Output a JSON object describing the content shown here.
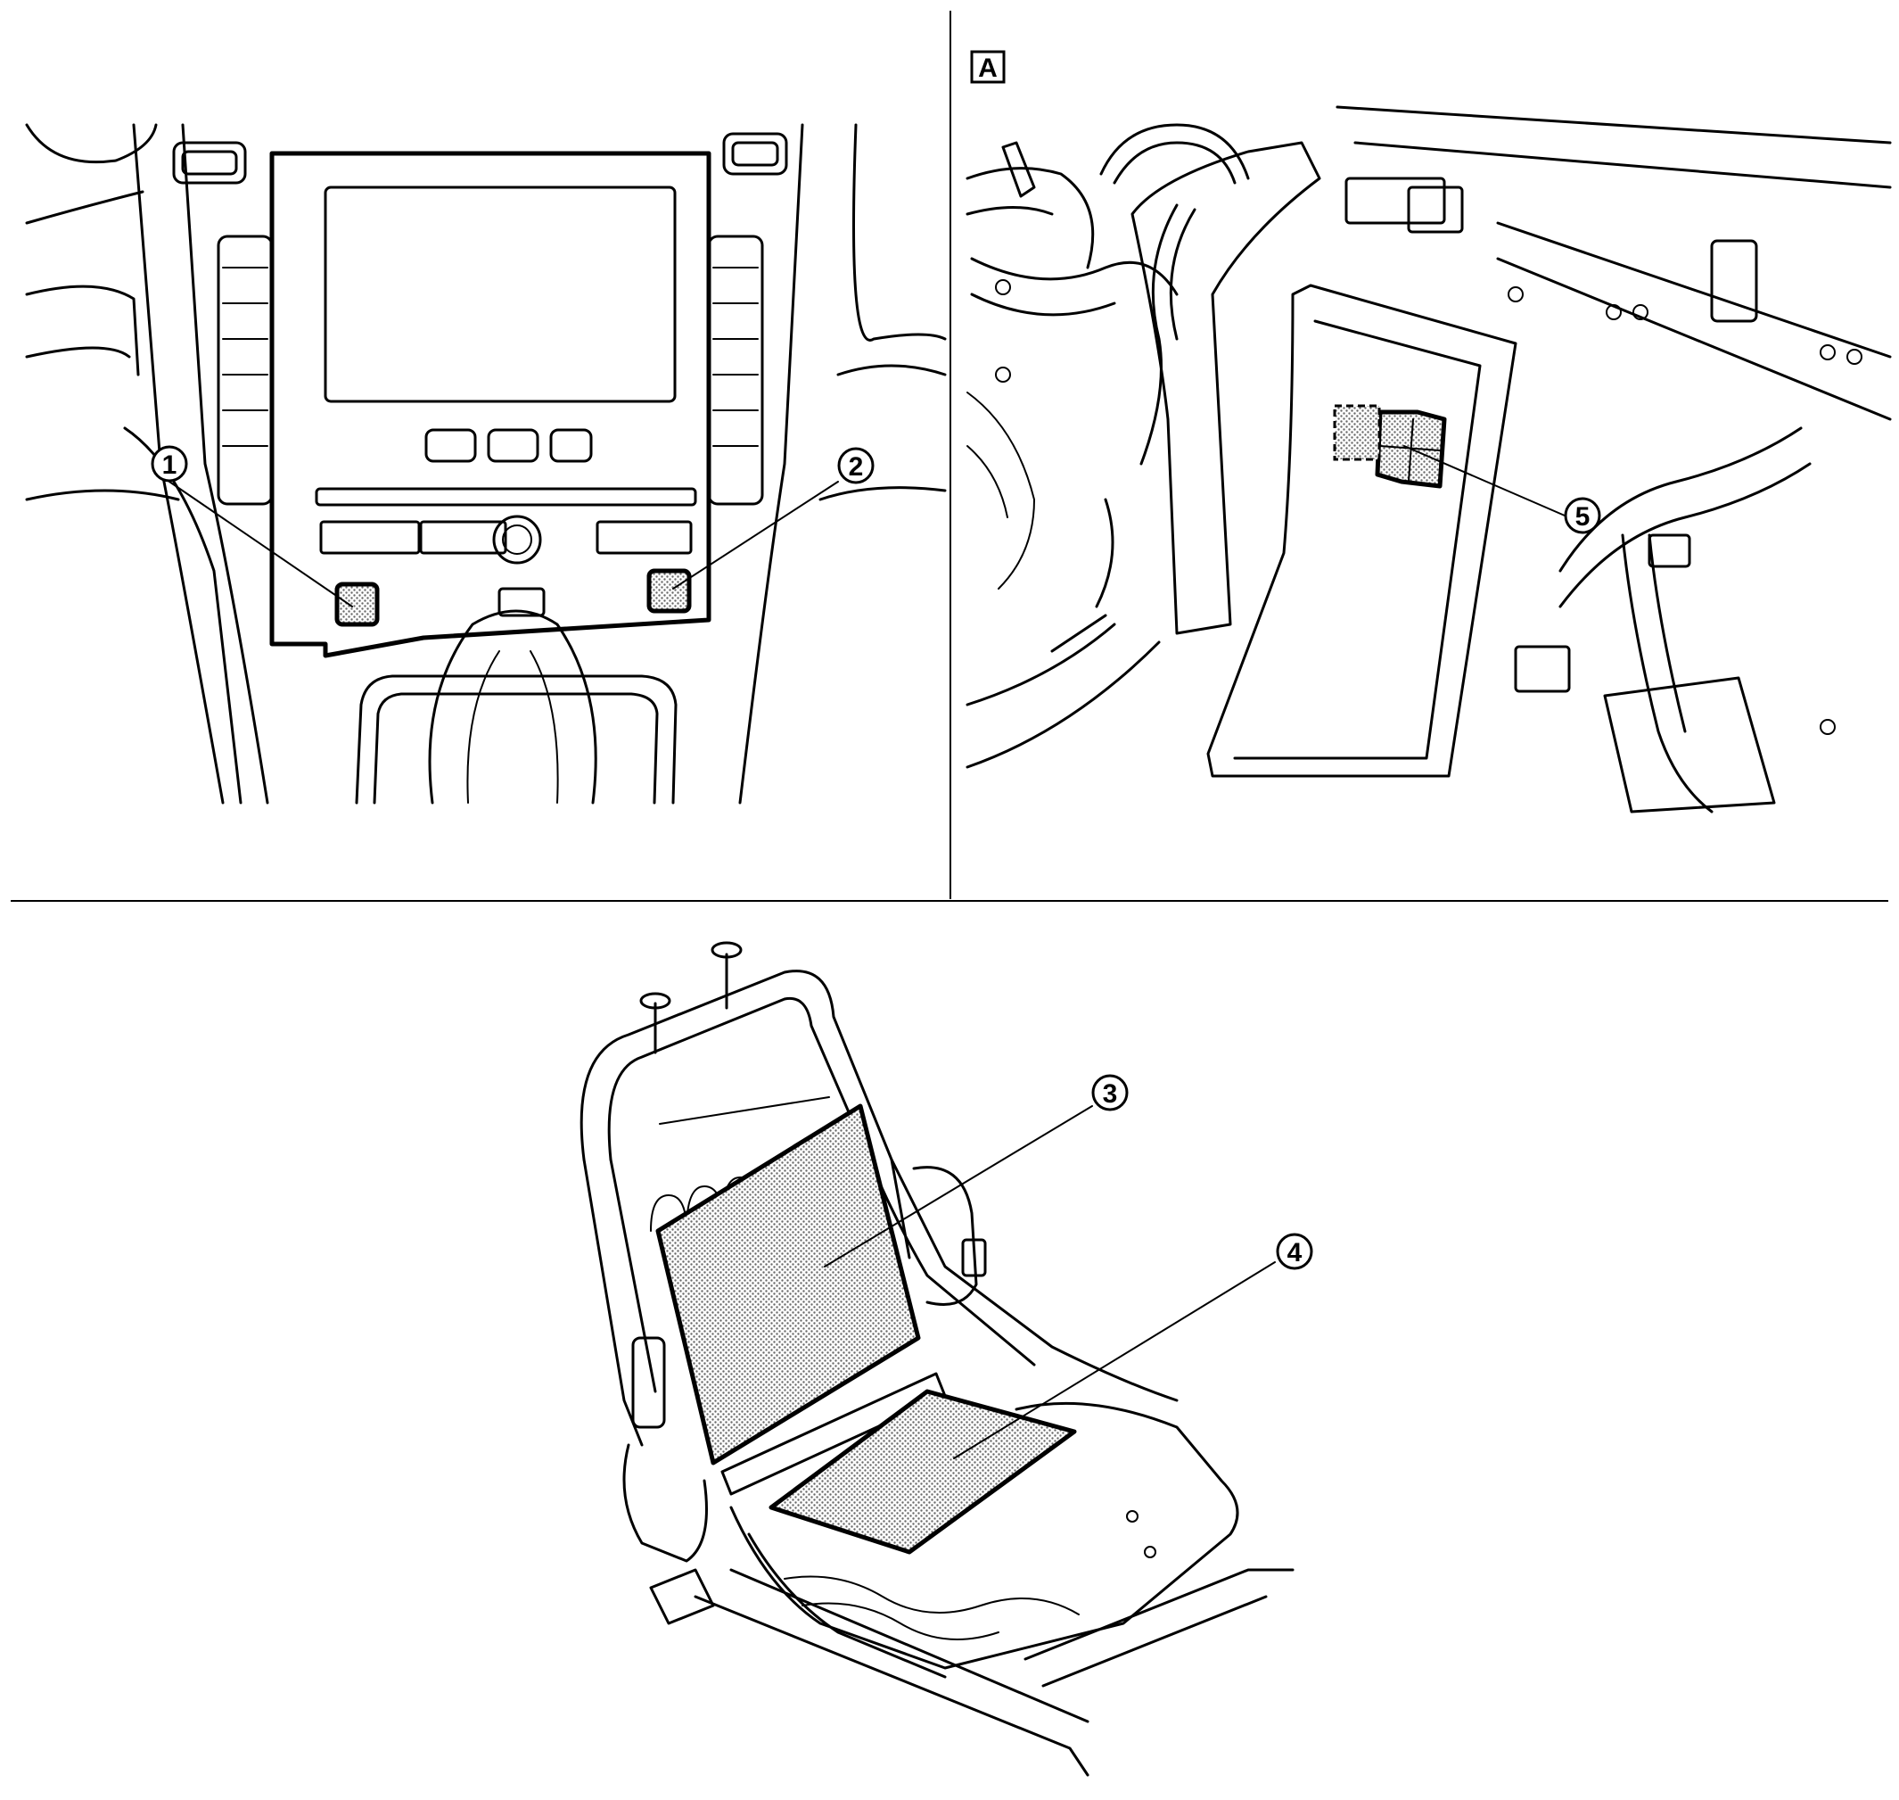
{
  "view_label": "A",
  "callouts": {
    "c1": "1",
    "c2": "2",
    "c3": "3",
    "c4": "4",
    "c5": "5"
  },
  "colors": {
    "line": "#000000",
    "background": "#ffffff",
    "highlight_dots": "#7a7a7a"
  }
}
